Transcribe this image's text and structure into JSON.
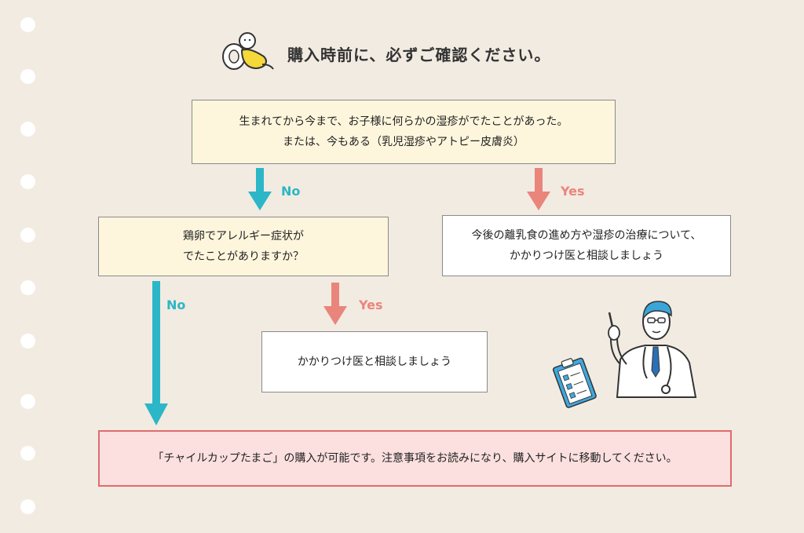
{
  "title": "購入時前に、必ずご確認ください。",
  "question1": {
    "line1": "生まれてから今まで、お子様に何らかの湿疹がでたことがあった。",
    "line2": "または、今もある（乳児湿疹やアトピー皮膚炎）"
  },
  "question2": {
    "line1": "鶏卵でアレルギー症状が",
    "line2": "でたことがありますか？"
  },
  "yes1_result": {
    "line1": "今後の離乳食の進め方や湿疹の治療について、",
    "line2": "かかりつけ医と相談しましょう"
  },
  "yes2_result": "かかりつけ医と相談しましょう",
  "final_result": "「チャイルカップたまご」の購入が可能です。注意事項をお読みになり、購入サイトに移動してください。",
  "labels": {
    "no": "No",
    "yes": "Yes"
  },
  "colors": {
    "no_arrow": "#2bb7c7",
    "yes_arrow": "#e9857b",
    "final_border": "#e06b6e",
    "cream_box": "#fdf6dd"
  },
  "icons": {
    "title": "baby-icon",
    "doctor": "doctor-illustration"
  }
}
